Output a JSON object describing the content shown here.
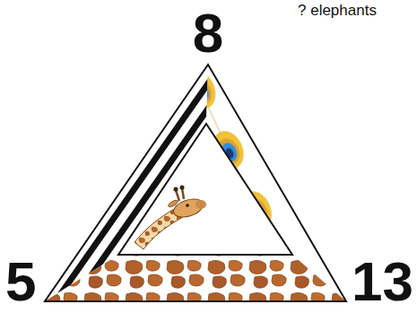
{
  "diagram": {
    "labels": [
      "? elephants",
      "8",
      "5",
      "13"
    ]
  }
}
